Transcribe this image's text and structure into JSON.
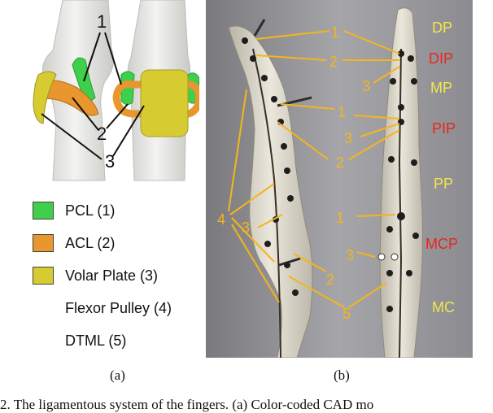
{
  "panel_a": {
    "callouts": [
      "1",
      "2",
      "3"
    ],
    "legend": [
      {
        "label": "PCL (1)",
        "color": "#3ed04a"
      },
      {
        "label": "ACL (2)",
        "color": "#e8962e"
      },
      {
        "label": "Volar Plate (3)",
        "color": "#d6cc32"
      },
      {
        "label": "Flexor Pulley (4)",
        "color": ""
      },
      {
        "label": "DTML (5)",
        "color": ""
      }
    ]
  },
  "panel_b": {
    "numbers": {
      "n1a": "1",
      "n2a": "2",
      "n3a": "3",
      "n1b": "1",
      "n3b": "3",
      "n2b": "2",
      "n4": "4",
      "n3c": "3",
      "n1c": "1",
      "n3d": "3",
      "n2c": "2",
      "n5": "5"
    },
    "segments": {
      "dp": "DP",
      "dip": "DIP",
      "mp": "MP",
      "pip": "PIP",
      "pp": "PP",
      "mcp": "MCP",
      "mc": "MC"
    },
    "colors": {
      "annotation": "#f5b51c",
      "yellow_label": "#f3e64a",
      "red_label": "#e8261e"
    }
  },
  "sublabels": {
    "a": "(a)",
    "b": "(b)"
  },
  "caption": "2.  The ligamentous system of the fingers. (a) Color-coded CAD mo"
}
